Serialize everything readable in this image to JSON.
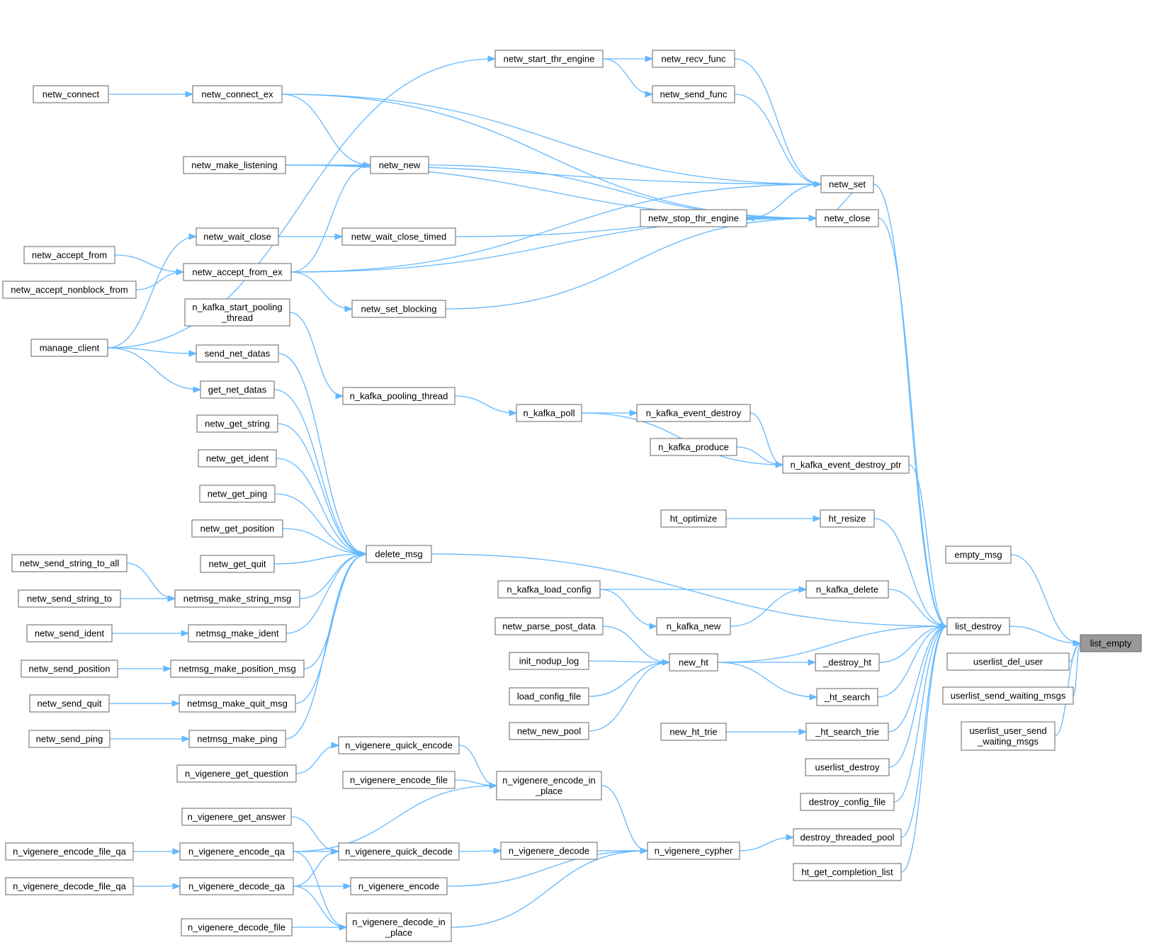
{
  "root": "list_empty",
  "nodes": {
    "list_empty": "list_empty",
    "empty_msg": "empty_msg",
    "list_destroy": "list_destroy",
    "userlist_del_user": "userlist_del_user",
    "userlist_send_waiting_msgs": "userlist_send_waiting_msgs",
    "userlist_user_send_waiting_msgs": "userlist_user_send\n_waiting_msgs",
    "netw_set": "netw_set",
    "netw_close": "netw_close",
    "n_kafka_event_destroy_ptr": "n_kafka_event_destroy_ptr",
    "ht_resize": "ht_resize",
    "delete_msg": "delete_msg",
    "n_kafka_delete": "n_kafka_delete",
    "new_ht": "new_ht",
    "_destroy_ht": "_destroy_ht",
    "_ht_search": "_ht_search",
    "_ht_search_trie": "_ht_search_trie",
    "userlist_destroy": "userlist_destroy",
    "destroy_config_file": "destroy_config_file",
    "destroy_threaded_pool": "destroy_threaded_pool",
    "ht_get_completion_list": "ht_get_completion_list",
    "netw_start_thr_engine": "netw_start_thr_engine",
    "netw_recv_func": "netw_recv_func",
    "netw_send_func": "netw_send_func",
    "netw_connect_ex": "netw_connect_ex",
    "netw_connect": "netw_connect",
    "netw_make_listening": "netw_make_listening",
    "netw_new": "netw_new",
    "netw_stop_thr_engine": "netw_stop_thr_engine",
    "netw_wait_close": "netw_wait_close",
    "netw_wait_close_timed": "netw_wait_close_timed",
    "netw_accept_from": "netw_accept_from",
    "netw_accept_from_ex": "netw_accept_from_ex",
    "netw_accept_nonblock_from": "netw_accept_nonblock_from",
    "netw_set_blocking": "netw_set_blocking",
    "n_kafka_start_pooling_thread": "n_kafka_start_pooling\n_thread",
    "manage_client": "manage_client",
    "send_net_datas": "send_net_datas",
    "get_net_datas": "get_net_datas",
    "n_kafka_pooling_thread": "n_kafka_pooling_thread",
    "n_kafka_poll": "n_kafka_poll",
    "n_kafka_event_destroy": "n_kafka_event_destroy",
    "n_kafka_produce": "n_kafka_produce",
    "netw_get_string": "netw_get_string",
    "netw_get_ident": "netw_get_ident",
    "netw_get_ping": "netw_get_ping",
    "netw_get_position": "netw_get_position",
    "netw_get_quit": "netw_get_quit",
    "ht_optimize": "ht_optimize",
    "netw_send_string_to_all": "netw_send_string_to_all",
    "netmsg_make_string_msg": "netmsg_make_string_msg",
    "netw_send_string_to": "netw_send_string_to",
    "netw_send_ident": "netw_send_ident",
    "netmsg_make_ident": "netmsg_make_ident",
    "netw_send_position": "netw_send_position",
    "netmsg_make_position_msg": "netmsg_make_position_msg",
    "netw_send_quit": "netw_send_quit",
    "netmsg_make_quit_msg": "netmsg_make_quit_msg",
    "netw_send_ping": "netw_send_ping",
    "netmsg_make_ping": "netmsg_make_ping",
    "n_kafka_load_config": "n_kafka_load_config",
    "n_kafka_new": "n_kafka_new",
    "netw_parse_post_data": "netw_parse_post_data",
    "init_nodup_log": "init_nodup_log",
    "load_config_file": "load_config_file",
    "netw_new_pool": "netw_new_pool",
    "new_ht_trie": "new_ht_trie",
    "n_vigenere_quick_encode": "n_vigenere_quick_encode",
    "n_vigenere_get_question": "n_vigenere_get_question",
    "n_vigenere_encode_file": "n_vigenere_encode_file",
    "n_vigenere_encode_in_place": "n_vigenere_encode_in\n_place",
    "n_vigenere_get_answer": "n_vigenere_get_answer",
    "n_vigenere_encode_file_qa": "n_vigenere_encode_file_qa",
    "n_vigenere_encode_qa": "n_vigenere_encode_qa",
    "n_vigenere_quick_decode": "n_vigenere_quick_decode",
    "n_vigenere_decode": "n_vigenere_decode",
    "n_vigenere_cypher": "n_vigenere_cypher",
    "n_vigenere_decode_file_qa": "n_vigenere_decode_file_qa",
    "n_vigenere_decode_qa": "n_vigenere_decode_qa",
    "n_vigenere_encode": "n_vigenere_encode",
    "n_vigenere_decode_file": "n_vigenere_decode_file",
    "n_vigenere_decode_in_place": "n_vigenere_decode_in\n_place"
  },
  "edges": [
    [
      "empty_msg",
      "list_empty"
    ],
    [
      "list_destroy",
      "list_empty"
    ],
    [
      "userlist_del_user",
      "list_empty"
    ],
    [
      "userlist_send_waiting_msgs",
      "list_empty"
    ],
    [
      "userlist_user_send_waiting_msgs",
      "list_empty"
    ],
    [
      "netw_set",
      "list_destroy"
    ],
    [
      "netw_close",
      "list_destroy"
    ],
    [
      "n_kafka_event_destroy_ptr",
      "list_destroy"
    ],
    [
      "ht_resize",
      "list_destroy"
    ],
    [
      "delete_msg",
      "list_destroy"
    ],
    [
      "n_kafka_delete",
      "list_destroy"
    ],
    [
      "new_ht",
      "list_destroy"
    ],
    [
      "_destroy_ht",
      "list_destroy"
    ],
    [
      "_ht_search",
      "list_destroy"
    ],
    [
      "_ht_search_trie",
      "list_destroy"
    ],
    [
      "userlist_destroy",
      "list_destroy"
    ],
    [
      "destroy_config_file",
      "list_destroy"
    ],
    [
      "destroy_threaded_pool",
      "list_destroy"
    ],
    [
      "ht_get_completion_list",
      "list_destroy"
    ],
    [
      "netw_recv_func",
      "netw_set"
    ],
    [
      "netw_send_func",
      "netw_set"
    ],
    [
      "netw_close",
      "netw_set"
    ],
    [
      "netw_stop_thr_engine",
      "netw_set"
    ],
    [
      "netw_make_listening",
      "netw_set"
    ],
    [
      "netw_connect_ex",
      "netw_set"
    ],
    [
      "netw_accept_from_ex",
      "netw_set"
    ],
    [
      "netw_start_thr_engine",
      "netw_recv_func"
    ],
    [
      "netw_start_thr_engine",
      "netw_send_func"
    ],
    [
      "netw_close",
      "netw_stop_thr_engine"
    ],
    [
      "manage_client",
      "netw_start_thr_engine"
    ],
    [
      "netw_connect",
      "netw_connect_ex"
    ],
    [
      "netw_connect_ex",
      "netw_new"
    ],
    [
      "netw_connect_ex",
      "netw_close"
    ],
    [
      "netw_make_listening",
      "netw_new"
    ],
    [
      "netw_make_listening",
      "netw_close"
    ],
    [
      "netw_new",
      "netw_close"
    ],
    [
      "netw_wait_close",
      "netw_wait_close_timed"
    ],
    [
      "netw_wait_close_timed",
      "netw_close"
    ],
    [
      "netw_accept_from",
      "netw_accept_from_ex"
    ],
    [
      "netw_accept_nonblock_from",
      "netw_accept_from_ex"
    ],
    [
      "netw_accept_from_ex",
      "netw_new"
    ],
    [
      "netw_accept_from_ex",
      "netw_close"
    ],
    [
      "netw_accept_from_ex",
      "netw_set_blocking"
    ],
    [
      "netw_set_blocking",
      "netw_close"
    ],
    [
      "manage_client",
      "netw_wait_close"
    ],
    [
      "manage_client",
      "send_net_datas"
    ],
    [
      "manage_client",
      "get_net_datas"
    ],
    [
      "n_kafka_start_pooling_thread",
      "n_kafka_pooling_thread"
    ],
    [
      "n_kafka_pooling_thread",
      "n_kafka_poll"
    ],
    [
      "n_kafka_poll",
      "n_kafka_event_destroy"
    ],
    [
      "n_kafka_poll",
      "n_kafka_event_destroy_ptr"
    ],
    [
      "n_kafka_event_destroy",
      "n_kafka_event_destroy_ptr"
    ],
    [
      "n_kafka_produce",
      "n_kafka_event_destroy_ptr"
    ],
    [
      "ht_optimize",
      "ht_resize"
    ],
    [
      "send_net_datas",
      "delete_msg"
    ],
    [
      "get_net_datas",
      "delete_msg"
    ],
    [
      "netw_get_string",
      "delete_msg"
    ],
    [
      "netw_get_ident",
      "delete_msg"
    ],
    [
      "netw_get_ping",
      "delete_msg"
    ],
    [
      "netw_get_position",
      "delete_msg"
    ],
    [
      "netw_get_quit",
      "delete_msg"
    ],
    [
      "netmsg_make_string_msg",
      "delete_msg"
    ],
    [
      "netmsg_make_ident",
      "delete_msg"
    ],
    [
      "netmsg_make_position_msg",
      "delete_msg"
    ],
    [
      "netmsg_make_quit_msg",
      "delete_msg"
    ],
    [
      "netmsg_make_ping",
      "delete_msg"
    ],
    [
      "netw_send_string_to_all",
      "netmsg_make_string_msg"
    ],
    [
      "netw_send_string_to",
      "netmsg_make_string_msg"
    ],
    [
      "netw_send_ident",
      "netmsg_make_ident"
    ],
    [
      "netw_send_position",
      "netmsg_make_position_msg"
    ],
    [
      "netw_send_quit",
      "netmsg_make_quit_msg"
    ],
    [
      "netw_send_ping",
      "netmsg_make_ping"
    ],
    [
      "n_kafka_load_config",
      "n_kafka_delete"
    ],
    [
      "n_kafka_load_config",
      "n_kafka_new"
    ],
    [
      "n_kafka_new",
      "n_kafka_delete"
    ],
    [
      "netw_parse_post_data",
      "new_ht"
    ],
    [
      "init_nodup_log",
      "new_ht"
    ],
    [
      "load_config_file",
      "new_ht"
    ],
    [
      "netw_new_pool",
      "new_ht"
    ],
    [
      "new_ht",
      "_destroy_ht"
    ],
    [
      "new_ht",
      "_ht_search"
    ],
    [
      "new_ht_trie",
      "_ht_search_trie"
    ],
    [
      "n_vigenere_quick_encode",
      "n_vigenere_encode_in_place"
    ],
    [
      "n_vigenere_get_question",
      "n_vigenere_quick_encode"
    ],
    [
      "n_vigenere_encode_file",
      "n_vigenere_encode_in_place"
    ],
    [
      "n_vigenere_encode_in_place",
      "n_vigenere_cypher"
    ],
    [
      "n_vigenere_get_answer",
      "n_vigenere_quick_decode"
    ],
    [
      "n_vigenere_encode_file_qa",
      "n_vigenere_encode_qa"
    ],
    [
      "n_vigenere_encode_qa",
      "n_vigenere_quick_decode"
    ],
    [
      "n_vigenere_encode_qa",
      "n_vigenere_encode_in_place"
    ],
    [
      "n_vigenere_encode_qa",
      "n_vigenere_decode_in_place"
    ],
    [
      "n_vigenere_quick_decode",
      "n_vigenere_decode"
    ],
    [
      "n_vigenere_decode",
      "n_vigenere_cypher"
    ],
    [
      "n_vigenere_cypher",
      "destroy_threaded_pool"
    ],
    [
      "n_vigenere_decode_file_qa",
      "n_vigenere_decode_qa"
    ],
    [
      "n_vigenere_decode_qa",
      "n_vigenere_quick_decode"
    ],
    [
      "n_vigenere_decode_qa",
      "n_vigenere_encode"
    ],
    [
      "n_vigenere_decode_qa",
      "n_vigenere_decode_in_place"
    ],
    [
      "n_vigenere_encode",
      "n_vigenere_cypher"
    ],
    [
      "n_vigenere_decode_file",
      "n_vigenere_decode_in_place"
    ],
    [
      "n_vigenere_decode_in_place",
      "n_vigenere_cypher"
    ]
  ],
  "colors": {
    "edge": "#63b8ff",
    "node_border": "#666666",
    "root_fill": "#999999"
  }
}
